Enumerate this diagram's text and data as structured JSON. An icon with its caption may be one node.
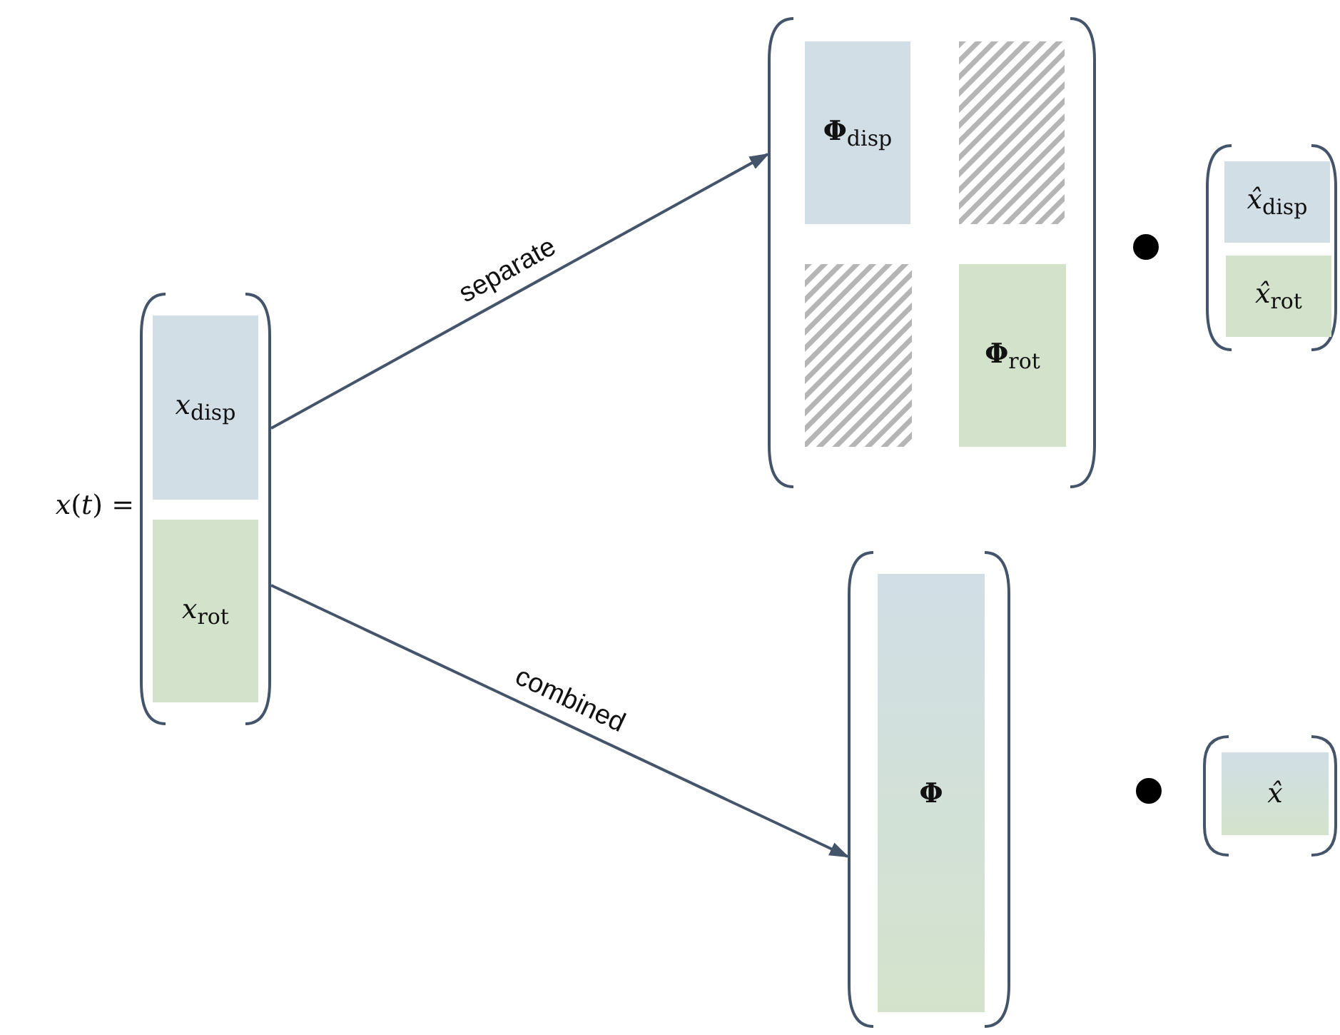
{
  "diagram": {
    "nodes": [
      {
        "text": [],
        "shape": "bracket",
        "beside": [
          "*x*(*t*) ="
        ]
      },
      {
        "text": [
          "*x*$_{disp}$"
        ],
        "in": 0
      },
      {
        "text": [
          "*x*$_{rot}$"
        ],
        "in": 0
      },
      {
        "text": [],
        "shape": "bracket"
      },
      {
        "text": [
          "**Φ**$_{disp}$"
        ],
        "in": 3
      },
      {
        "text": [],
        "shape": "box",
        "in": 3
      },
      {
        "text": [],
        "shape": "box",
        "in": 3
      },
      {
        "text": [
          "**Φ**$_{rot}$"
        ],
        "in": 3
      },
      {
        "text": [],
        "shape": "bracket"
      },
      {
        "text": [
          "*x̂*$_{disp}$"
        ],
        "in": 8
      },
      {
        "text": [
          "*x̂*$_{rot}$"
        ],
        "in": 8
      },
      {
        "text": [],
        "shape": "bracket"
      },
      {
        "text": [
          "Φ"
        ],
        "in": 11
      },
      {
        "text": [],
        "shape": "bracket"
      },
      {
        "text": [
          "x̂"
        ],
        "in": 13
      }
    ],
    "edges": [
      {
        "from": 0,
        "to": 3,
        "arrow": "to",
        "label": "separate"
      },
      {
        "from": 0,
        "to": 11,
        "arrow": "to",
        "label": "combined"
      }
    ]
  }
}
